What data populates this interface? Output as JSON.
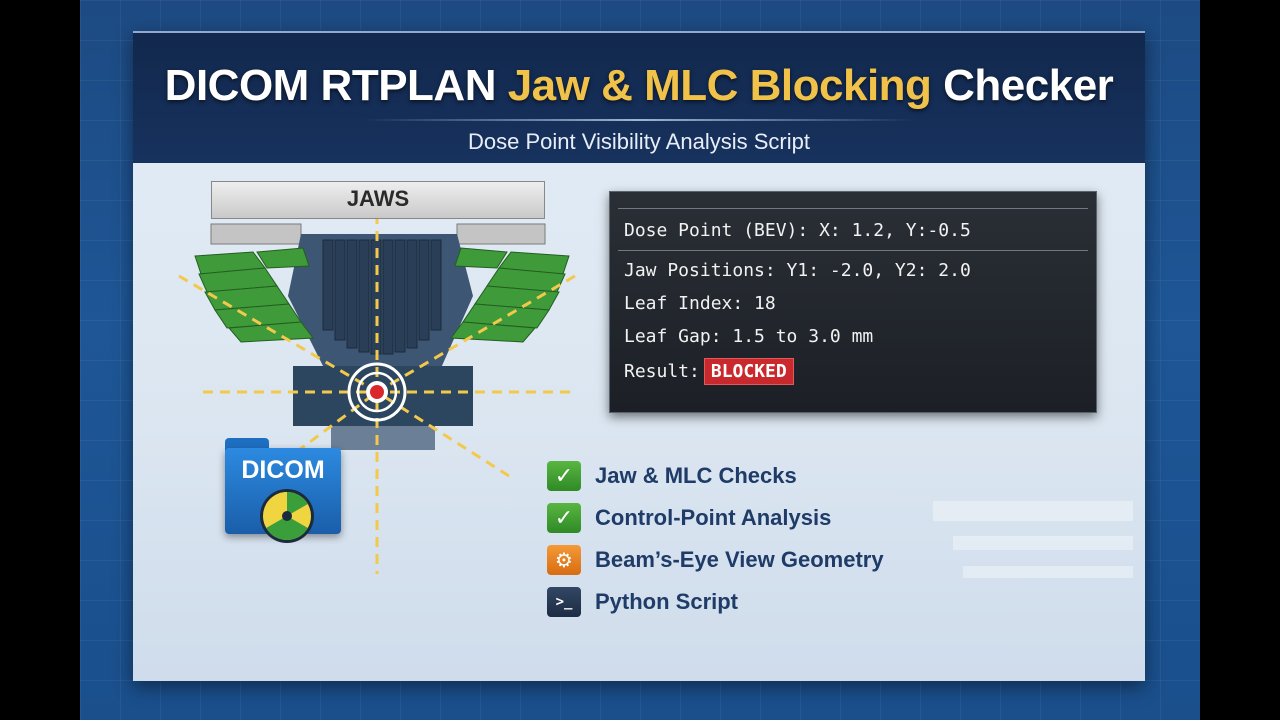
{
  "header": {
    "title_pre": "DICOM RTPLAN ",
    "title_accent": "Jaw & MLC Blocking",
    "title_post": " Checker",
    "subtitle": "Dose Point Visibility Analysis Script"
  },
  "diagram": {
    "jaws_label": "JAWS",
    "dicom_label": "DICOM"
  },
  "info": {
    "dose_point": "Dose Point (BEV): X: 1.2, Y:-0.5",
    "jaw_positions": "Jaw Positions: Y1: -2.0, Y2: 2.0",
    "leaf_index": "Leaf Index: 18",
    "leaf_gap": "Leaf Gap: 1.5 to 3.0 mm",
    "result_label": "Result:",
    "result_value": "BLOCKED"
  },
  "checklist": [
    {
      "label": "Jaw & MLC Checks",
      "icon": "check-icon",
      "symbol": "✓"
    },
    {
      "label": "Control-Point Analysis",
      "icon": "check-icon",
      "symbol": "✓"
    },
    {
      "label": "Beam’s-Eye View Geometry",
      "icon": "gear-icon",
      "symbol": "⚙"
    },
    {
      "label": "Python Script",
      "icon": "terminal-icon",
      "symbol": ">_"
    }
  ],
  "colors": {
    "accent": "#f1c24a",
    "header_bg": "#12284d",
    "blocked": "#c9282c",
    "check_green": "#59b641",
    "gear_orange": "#f49a37",
    "terminal_navy": "#324764"
  }
}
